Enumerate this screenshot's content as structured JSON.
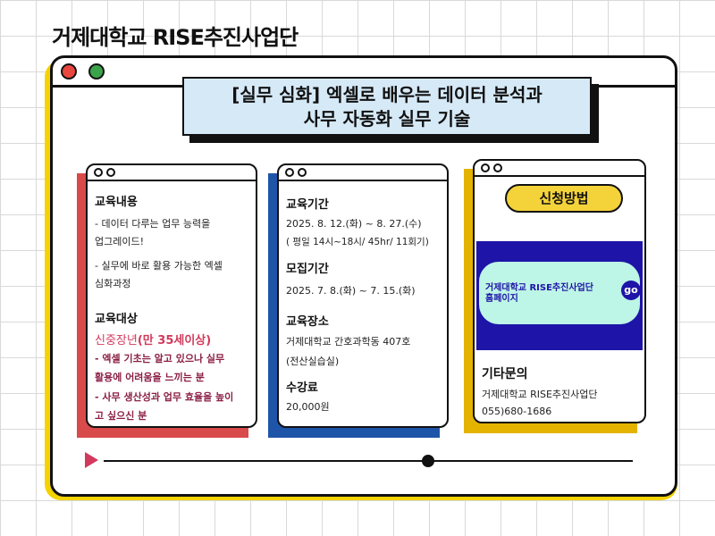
{
  "brand": "거제대학교 RISE추진사업단",
  "title": {
    "line1": "[실무 심화] 엑셀로 배우는 데이터 분석과",
    "line2": "사무 자동화 실무 기술"
  },
  "card1": {
    "content_heading": "교육내용",
    "content_items": [
      "- 데이터 다루는 업무 능력을",
      "  업그레이드!",
      "- 실무에 바로 활용 가능한 엑셀",
      "  심화과정"
    ],
    "target_heading": "교육대상",
    "target_main": "신중장년",
    "target_age": "(만 35세이상)",
    "target_items": [
      "- 엑셀 기초는 알고 있으나 실무",
      "활용에 어려움을 느끼는 분",
      "- 사무 생산성과 업무 효율을 높이",
      "고 싶으신 분"
    ]
  },
  "card2": {
    "period_heading": "교육기간",
    "period_dates": "2025. 8. 12.(화) ~ 8. 27.(수)",
    "period_detail": "( 평일 14시~18시/ 45hr/ 11회기)",
    "recruit_heading": "모집기간",
    "recruit_dates": "2025. 7. 8.(화) ~ 7. 15.(화)",
    "place_heading": "교육장소",
    "place_line1": "거제대학교 간호과학동 407호",
    "place_line2": "(전산실습실)",
    "fee_heading": "수강료",
    "fee_value": "20,000원"
  },
  "card3": {
    "apply_label": "신청방법",
    "homepage_line1": "거제대학교  RISE추진사업단",
    "homepage_line2": "홈페이지",
    "go_label": "go",
    "inquiry_heading": "기타문의",
    "inquiry_org": "거제대학교 RISE추진사업단",
    "inquiry_phone": "055)680-1686"
  },
  "colors": {
    "accent_yellow": "#f5d300",
    "title_bg": "#d6e9f7",
    "card1_shadow": "#d94a4a",
    "card2_shadow": "#1f55a8",
    "card3_shadow": "#e3b300",
    "banner_bg": "#1e14a8",
    "pill_bg": "#bdf5e6"
  },
  "icons": [
    "close-dot-icon",
    "maximize-dot-icon",
    "play-icon",
    "go-icon"
  ]
}
